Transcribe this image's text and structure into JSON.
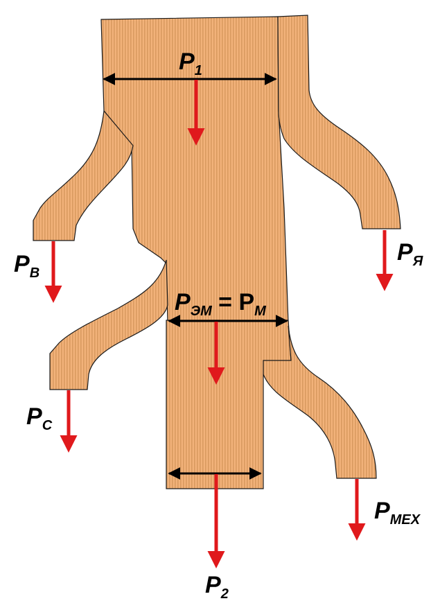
{
  "colors": {
    "fill": "#f2b27a",
    "stripe": "#d99a60",
    "outline": "#1a1a1a",
    "arrow_red": "#e0191c",
    "dim_line": "#000000"
  },
  "labels": {
    "p1": {
      "main": "P",
      "sub": "1"
    },
    "pv": {
      "main": "P",
      "sub": "В"
    },
    "pya": {
      "main": "P",
      "sub": "Я"
    },
    "pem": {
      "main": "P",
      "sub": "ЭМ",
      "equals": " = P",
      "sub2": "М"
    },
    "pc": {
      "main": "P",
      "sub": "С"
    },
    "pmex": {
      "main": "P",
      "sub": "МЕХ"
    },
    "p2": {
      "main": "P",
      "sub": "2"
    }
  }
}
